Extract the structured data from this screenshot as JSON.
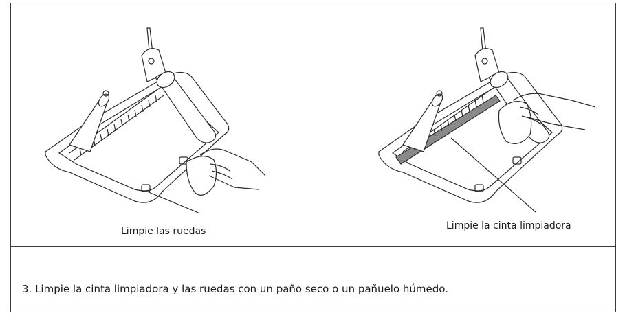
{
  "figures": [
    {
      "caption": "Limpie las ruedas",
      "illustration": "vacuum-underside-wheel-cleaning"
    },
    {
      "caption": "Limpie la cinta limpiadora",
      "illustration": "vacuum-underside-strip-cleaning"
    }
  ],
  "instruction": "3. Limpie la cinta limpiadora y las ruedas con un paño seco o un pañuelo húmedo.",
  "colors": {
    "line": "#2a2a2a",
    "strip_highlight": "#8a8a8a",
    "border": "#3a3a3a"
  }
}
